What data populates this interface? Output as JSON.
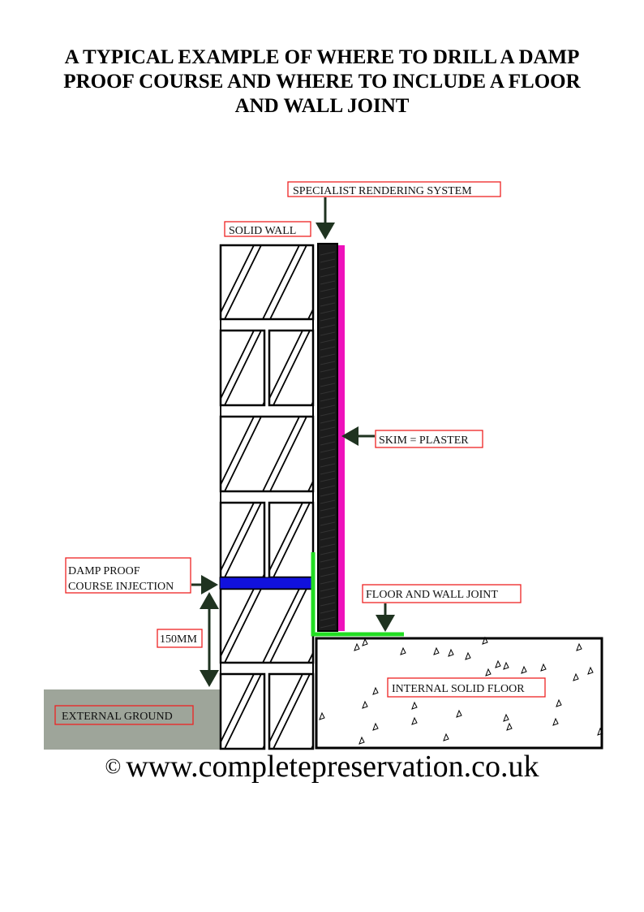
{
  "title": {
    "lines": [
      "A TYPICAL EXAMPLE OF WHERE TO DRILL A DAMP",
      "PROOF COURSE AND WHERE TO INCLUDE A FLOOR",
      "AND WALL JOINT"
    ]
  },
  "labels": {
    "rendering": "SPECIALIST RENDERING SYSTEM",
    "solid_wall": "SOLID WALL",
    "skim": "SKIM = PLASTER",
    "dpc_line1": "DAMP PROOF",
    "dpc_line2": "COURSE INJECTION",
    "joint": "FLOOR AND WALL JOINT",
    "height": "150MM",
    "ground": "EXTERNAL GROUND",
    "floor": "INTERNAL SOLID FLOOR"
  },
  "footer": {
    "copyright_symbol": "©",
    "website": "www.completepreservation.co.uk"
  },
  "colors": {
    "label_border": "#ee2222",
    "render": "#1c1c1c",
    "plaster": "#ee11bb",
    "dpc": "#1111dd",
    "joint": "#22dd22",
    "ground": "#9ea59a",
    "arrow": "#1f3320"
  }
}
